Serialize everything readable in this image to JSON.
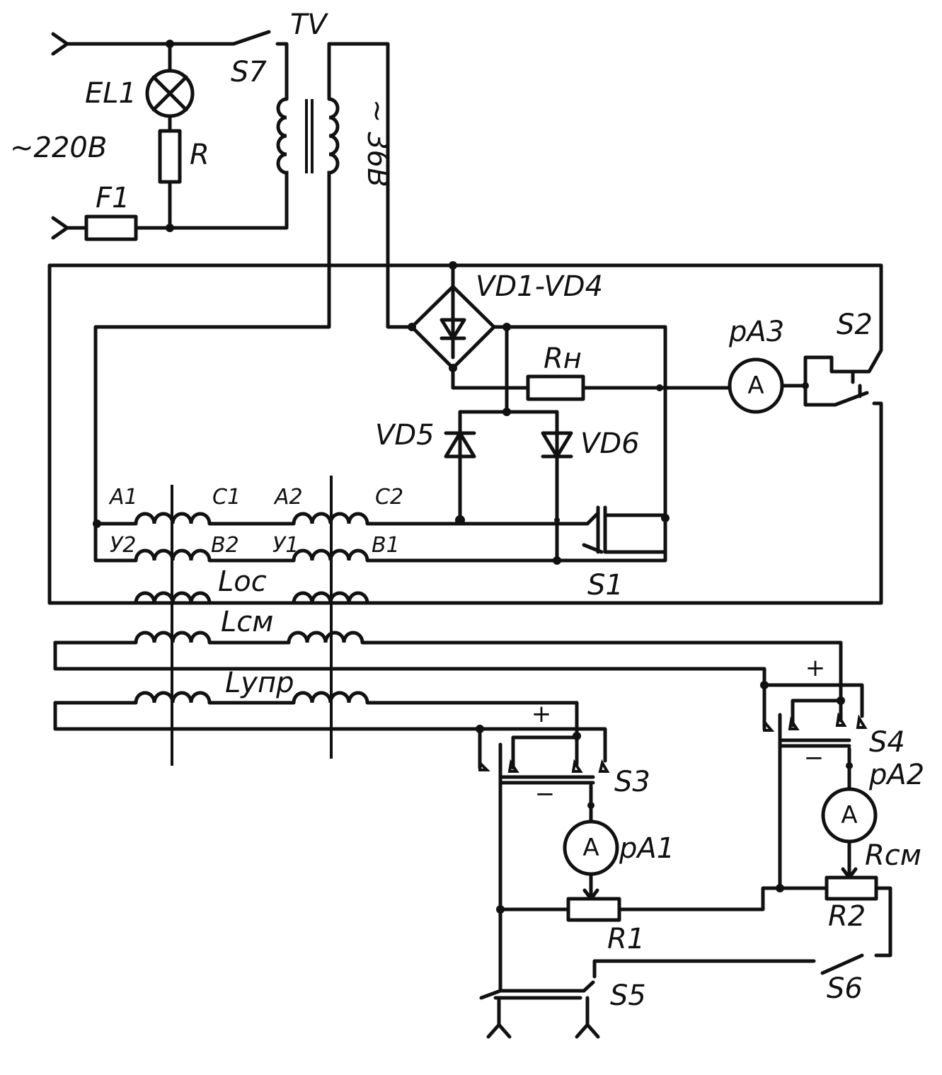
{
  "labels": {
    "mains_voltage": "~220В",
    "lamp": "EL1",
    "resistor": "R",
    "fuse": "F1",
    "switch_mains": "S7",
    "transformer": "TV",
    "secondary_voltage": "~ 36В",
    "bridge": "VD1-VD4",
    "load_resistor": "Rн",
    "ammeter_3": "pA3",
    "switch_2": "S2",
    "diode_5": "VD5",
    "diode_6": "VD6",
    "coil_a1": "A1",
    "coil_c1": "C1",
    "coil_a2": "A2",
    "coil_c2": "C2",
    "coil_y2": "У2",
    "coil_b2": "В2",
    "coil_y1": "У1",
    "coil_b1": "В1",
    "switch_1": "S1",
    "winding_oc": "Lос",
    "winding_cm": "Lсм",
    "winding_ynp": "Lупр",
    "switch_3": "S3",
    "switch_4": "S4",
    "switch_5": "S5",
    "switch_6": "S6",
    "ammeter_1": "pA1",
    "ammeter_2": "pA2",
    "resistor_1": "R1",
    "resistor_2": "R2",
    "bias_resistor": "Rсм",
    "meter_symbol": "A",
    "plus": "+",
    "minus": "−"
  }
}
